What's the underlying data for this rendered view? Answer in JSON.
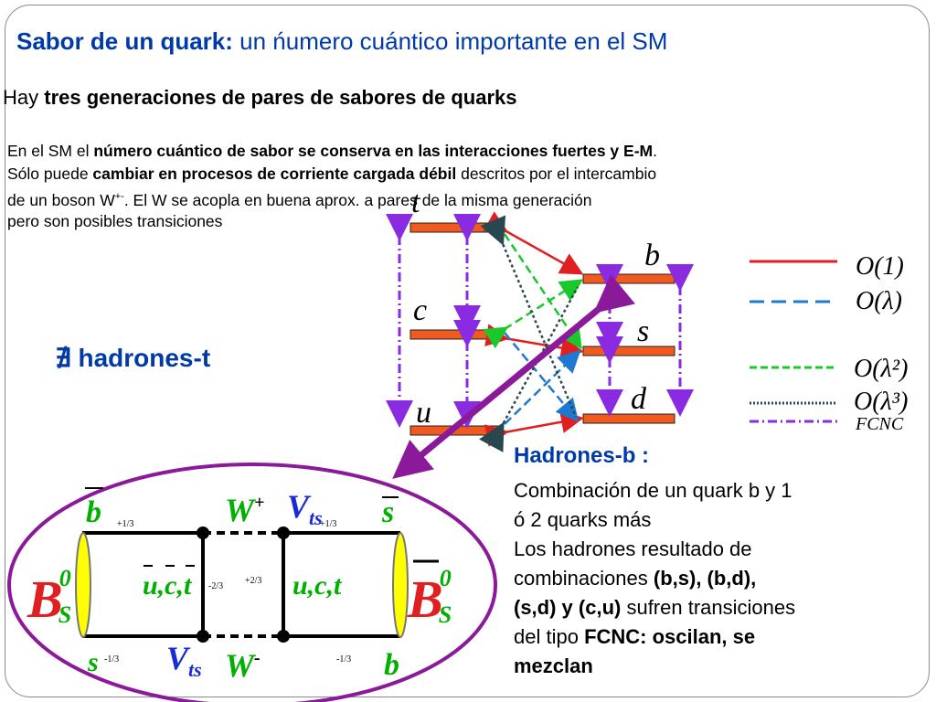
{
  "title": {
    "bold": "Sabor de un quark:",
    "rest": " un ńumero cuántico importante en el SM"
  },
  "generations": {
    "prefix": "Hay ",
    "bold": "tres generaciones de pares de sabores de quarks"
  },
  "body_lines": [
    {
      "pre": "En el SM el ",
      "bold": "número cuántico de sabor se conserva en las interacciones fuertes y E-M",
      "post": "."
    },
    {
      "pre": "Sólo puede ",
      "bold": "cambiar en procesos de corriente cargada débil",
      "post": " descritos por el intercambio"
    },
    {
      "pre": "de un boson W",
      "sup": "+-",
      "post": ". El W se acopla en buena aprox. a pares de la misma generación"
    },
    {
      "pre": "pero son posibles transiciones"
    }
  ],
  "no_t_hadrons": "∄ hadrones-t",
  "quark_labels": {
    "t": "t",
    "c": "c",
    "u": "u",
    "b": "b",
    "s": "s",
    "d": "d"
  },
  "legend": [
    {
      "label": "O(1)",
      "color": "#e02020",
      "style": "solid"
    },
    {
      "label": "O(λ)",
      "color": "#1f78d1",
      "style": "dashed"
    },
    {
      "label": "O(λ²)",
      "color": "#19c82a",
      "style": "dashed"
    },
    {
      "label": "O(λ³)",
      "color": "#29474f",
      "style": "dotted"
    },
    {
      "label": "FCNC",
      "color": "#8a2be2",
      "style": "dashdot"
    }
  ],
  "colors": {
    "bar": "#f05a1e",
    "arrow_purple": "#8b1a9a",
    "title_blue": "#003aa8",
    "ellipse": "#8b1a9a"
  },
  "hadrones_b": {
    "title": "Hadrones-b :",
    "lines": [
      {
        "pre": " Combinación de un quark b y 1"
      },
      {
        "pre": "ó 2 quarks más"
      },
      {
        "pre": " Los hadrones resultado de"
      },
      {
        "pre": "combinaciones ",
        "bold": "(b,s), (b,d),"
      },
      {
        "bold": "(s,d) y (c,u)",
        "post": " sufren transiciones"
      },
      {
        "pre": "del tipo ",
        "bold": "FCNC: oscilan, se"
      },
      {
        "bold": "mezclan"
      }
    ]
  },
  "box_diagram": {
    "b_bar": "b",
    "s_bar": "s",
    "s": "s",
    "b": "b",
    "W_plus": "W",
    "W_plus_sup": "+",
    "W_minus": "W",
    "W_minus_sup": "-",
    "V_top": "V",
    "V_top_sub": "ts",
    "V_bot": "V",
    "V_bot_sub": "ts",
    "ucl": "u,c,t",
    "ucr": "u,c,t",
    "B_left": "B",
    "B_left_sup": "0",
    "B_left_sub": "S",
    "B_right": "B",
    "B_right_sup": "0",
    "B_right_sub": "S",
    "charges": {
      "top_left": "+1/3",
      "top_right": "+1/3",
      "bot_left": "-1/3",
      "bot_right": "-1/3",
      "mid_left": "-2/3",
      "mid_right": "+2/3"
    }
  }
}
